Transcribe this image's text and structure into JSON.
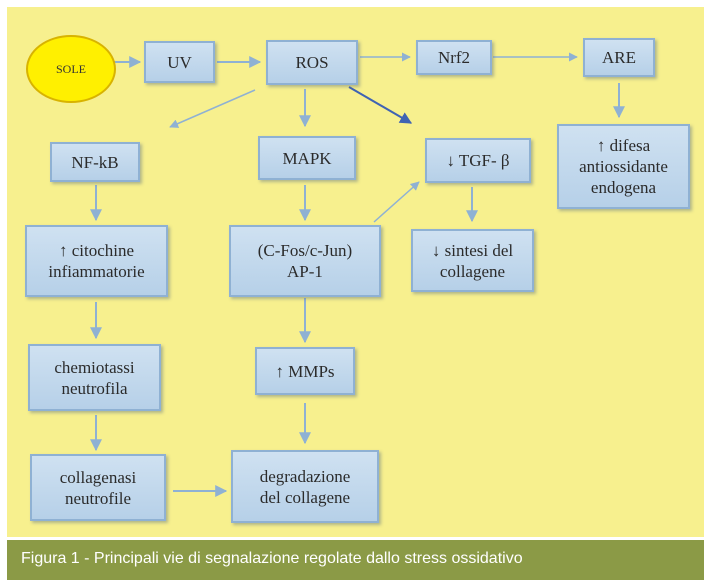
{
  "diagram": {
    "nodes": {
      "sole": "SOLE",
      "uv": "UV",
      "ros": "ROS",
      "nrf2": "Nrf2",
      "are": "ARE",
      "difesa": "↑ difesa\nantiossidante\nendogena",
      "nfkb": "NF-kB",
      "mapk": "MAPK",
      "tgf": "↓ TGF- β",
      "citochine": "↑ citochine\ninfiammatorie",
      "ap1": "(C-Fos/c-Jun)\nAP-1",
      "sintesi": "↓ sintesi del\ncollagene",
      "chemiotassi": "chemiotassi\nneutrofila",
      "mmps": "↑ MMPs",
      "collagenasi": "collagenasi\nneutrofile",
      "degradazione": "degradazione\ndel collagene"
    },
    "colors": {
      "background": "#f7f08e",
      "box_fill": "#c3d9ee",
      "box_border": "#8fb1d3",
      "arrow": "#8fb1d3",
      "arrow_dark": "#3f63b3",
      "sun": "#fff000",
      "caption_bar": "#8b9a46"
    }
  },
  "caption": "Figura 1 - Principali vie di segnalazione regolate dallo stress ossidativo"
}
